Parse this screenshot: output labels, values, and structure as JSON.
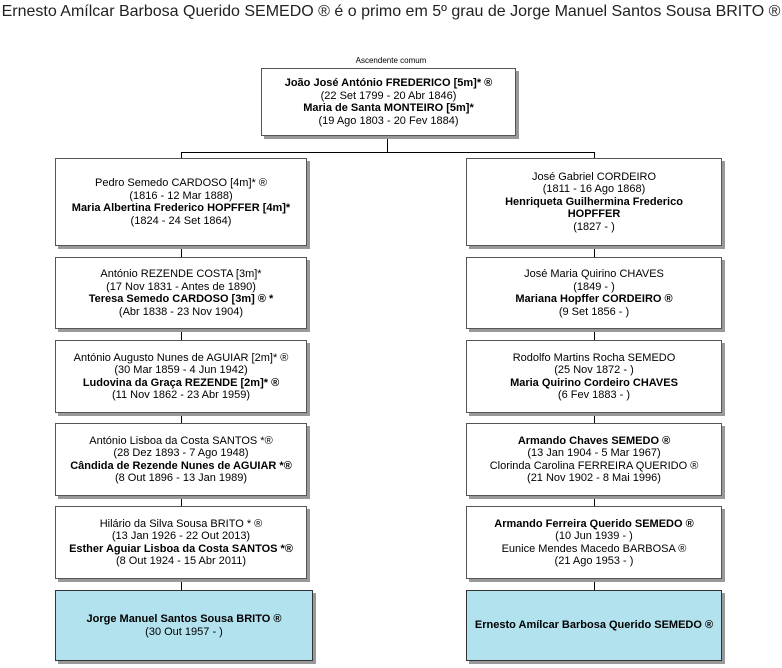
{
  "header": {
    "title": "Ernesto Amílcar Barbosa Querido SEMEDO ® é o primo em 5º grau de Jorge Manuel Santos Sousa BRITO ®",
    "common_ancestor_label": "Ascendente comum"
  },
  "common": {
    "p1_name": "João José António FREDERICO [5m]* ®",
    "p1_dates": "(22 Set 1799 - 20 Abr 1846)",
    "p2_name": "Maria de Santa MONTEIRO [5m]*",
    "p2_dates": "(19 Ago 1803 - 20 Fev 1884)"
  },
  "left": [
    {
      "a_name": "Pedro Semedo CARDOSO [4m]* ®",
      "a_dates": "(1816 - 12 Mar 1888)",
      "b_name": "Maria Albertina Frederico HOPFFER [4m]*",
      "b_dates": "(1824 - 24 Set 1864)"
    },
    {
      "a_name": "António REZENDE COSTA [3m]*",
      "a_dates": "(17 Nov 1831 - Antes de 1890)",
      "b_name": "Teresa Semedo CARDOSO [3m] ® *",
      "b_dates": "(Abr 1838 - 23 Nov 1904)"
    },
    {
      "a_name": "António Augusto Nunes de AGUIAR [2m]* ®",
      "a_dates": "(30 Mar 1859 - 4 Jun 1942)",
      "b_name": "Ludovina da Graça REZENDE [2m]* ®",
      "b_dates": "(11 Nov 1862 - 23 Abr 1959)"
    },
    {
      "a_name": "António Lisboa da Costa SANTOS *®",
      "a_dates": "(28 Dez 1893 - 7 Ago 1948)",
      "b_name": "Cândida de Rezende Nunes de AGUIAR *®",
      "b_dates": "(8 Out 1896 - 13 Jan 1989)"
    },
    {
      "a_name": "Hilário da Silva Sousa BRITO * ®",
      "a_dates": "(13 Jan 1926 - 22 Out 2013)",
      "b_name": "Esther Aguiar Lisboa da Costa SANTOS *®",
      "b_dates": "(8 Out 1924 - 15 Abr 2011)"
    }
  ],
  "right": [
    {
      "a_name": "José Gabriel CORDEIRO",
      "a_dates": "(1811 - 16 Ago 1868)",
      "b_name": "Henriqueta Guilhermina Frederico HOPFFER",
      "b_dates": "(1827 -            )"
    },
    {
      "a_name": "José Maria Quirino CHAVES",
      "a_dates": "(1849 -            )",
      "b_name": "Mariana Hopffer CORDEIRO ®",
      "b_dates": "(9 Set 1856 -            )"
    },
    {
      "a_name": "Rodolfo Martins Rocha SEMEDO",
      "a_dates": "(25 Nov 1872 -            )",
      "b_name": "Maria Quirino Cordeiro CHAVES",
      "b_dates": "(6 Fev 1883 -            )"
    },
    {
      "a_name": "Armando Chaves SEMEDO ®",
      "a_dates": "(13 Jan 1904 - 5 Mar 1967)",
      "b_name": "Clorinda Carolina FERREIRA QUERIDO ®",
      "b_dates": "(21 Nov 1902 - 8 Mai 1996)"
    },
    {
      "a_name": "Armando Ferreira Querido SEMEDO ®",
      "a_dates": "(10 Jun 1939 -            )",
      "b_name": "Eunice Mendes Macedo BARBOSA ®",
      "b_dates": "(21 Ago 1953 -            )"
    }
  ],
  "targets": {
    "left_name": "Jorge Manuel Santos Sousa BRITO ®",
    "left_dates": "(30 Out 1957 -            )",
    "right_name": "Ernesto Amílcar Barbosa Querido SEMEDO ®"
  }
}
